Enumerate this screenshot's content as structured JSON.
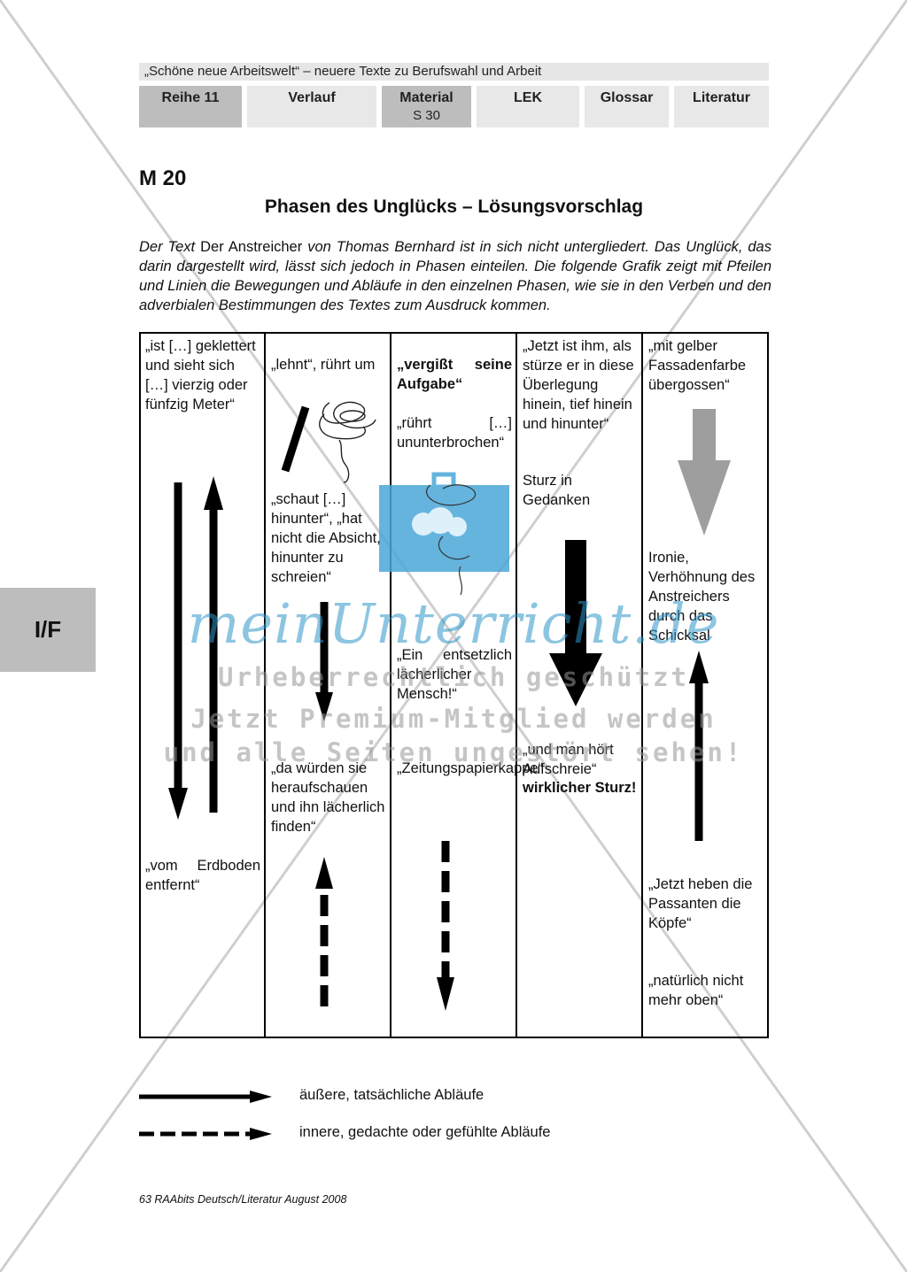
{
  "header": {
    "series_title": "„Schöne neue Arbeitswelt“ – neuere Texte zu Berufswahl und Arbeit",
    "nav": [
      {
        "label": "Reihe 11",
        "sub": ""
      },
      {
        "label": "Verlauf",
        "sub": ""
      },
      {
        "label": "Material",
        "sub": "S 30"
      },
      {
        "label": "LEK",
        "sub": ""
      },
      {
        "label": "Glossar",
        "sub": ""
      },
      {
        "label": "Literatur",
        "sub": ""
      }
    ]
  },
  "side_tab": "I/F",
  "material": {
    "code": "M 20",
    "title": "Phasen des Unglücks – Lösungsvorschlag",
    "intro_1": "Der Text ",
    "intro_work": "Der Anstreicher",
    "intro_2": " von Thomas Bernhard ist in sich nicht untergliedert. Das Unglück, das darin dargestellt wird, lässt sich jedoch in Phasen einteilen. Die folgende Grafik zeigt mit Pfeilen und Linien die Bewegungen und Abläufe in den einzelnen Phasen, wie sie in den Verben und den adverbialen Bestimmungen des Textes zum Ausdruck kommen."
  },
  "columns": {
    "c1": {
      "top": "„ist […] geklettert und sieht sich […] vierzig oder fünfzig Meter“",
      "bottom": "„vom Erdboden entfernt“"
    },
    "c2": {
      "t1": "„lehnt“, rührt um",
      "t2": "„schaut […] hinunter“, „hat nicht die Absicht, hinunter zu schreien“",
      "t3": "„da würden sie heraufschauen und ihn lächerlich finden“"
    },
    "c3": {
      "t1": "„vergißt seine Aufgabe“",
      "t2": "„rührt […] ununterbrochen“",
      "t3": "„Ein entsetzlich lächerlicher Mensch!“",
      "t4": "„Zeitungspapierkappe“"
    },
    "c4": {
      "t1": "„Jetzt ist ihm, als stürze er in diese Überlegung hinein, tief hinein und hinunter“",
      "t2": "Sturz in Gedanken",
      "t3": "„und man hört Aufschreie“",
      "t4": "wirklicher Sturz!"
    },
    "c5": {
      "t1": "„mit gelber Fassadenfarbe übergossen“",
      "t2": "Ironie, Verhöhnung des Anstreichers durch das Schicksal",
      "t3": "„Jetzt heben die Passanten die Köpfe“",
      "t4": "„natürlich nicht mehr oben“"
    }
  },
  "legend": {
    "solid": "äußere, tatsächliche Abläufe",
    "dashed": "innere, gedachte oder gefühlte Abläufe"
  },
  "footer": "63 RAAbits Deutsch/Literatur August 2008",
  "watermark": {
    "logo": "meinUnterricht.de",
    "line1": "Urheberrechtlich geschützt",
    "line2": "Jetzt Premium-Mitglied werden",
    "line3": "und alle Seiten ungestört sehen!"
  },
  "colors": {
    "nav_dark": "#bdbdbd",
    "nav_light": "#e8e8e8",
    "watermark_blue": "#2e96c8",
    "arrow_gray": "#9e9e9e"
  }
}
